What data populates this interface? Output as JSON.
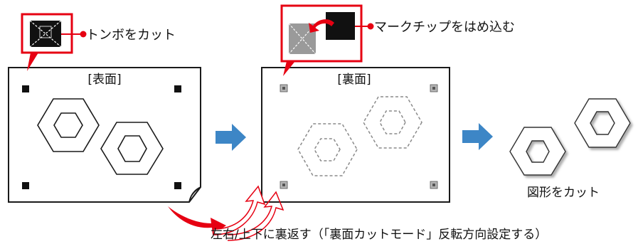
{
  "colors": {
    "callout_red": "#e60012",
    "flow_arrow_blue": "#3d86c6",
    "outline_black": "#1a1a1a",
    "dashed_gray": "#8a8a8a",
    "mark_chip_gray": "#9a9a9a"
  },
  "front_panel": {
    "title": "[表面]",
    "callout_label": "トンボをカット"
  },
  "back_panel": {
    "title": "[裏面]",
    "callout_label": "マークチップをはめ込む"
  },
  "result": {
    "label": "図形をカット"
  },
  "flip_note": "左右/上下に裏返す（「裏面カットモード」反転方向設定する）"
}
